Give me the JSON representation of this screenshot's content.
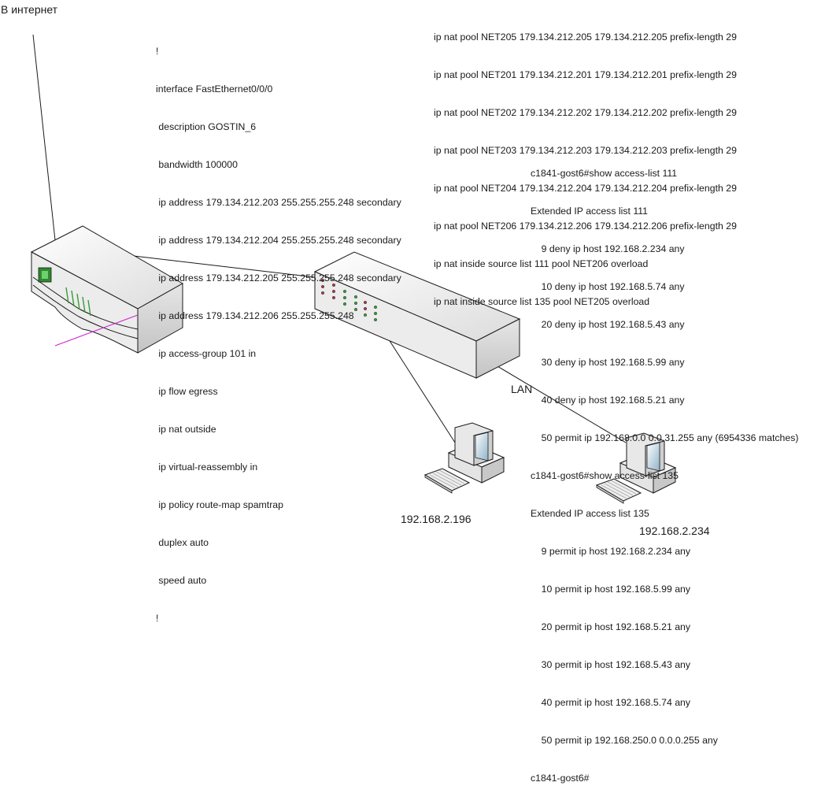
{
  "internet_label": "В интернет",
  "lan_label": "LAN",
  "router_config": [
    "!",
    "interface FastEthernet0/0/0",
    " description GOSTIN_6",
    " bandwidth 100000",
    " ip address 179.134.212.203 255.255.255.248 secondary",
    " ip address 179.134.212.204 255.255.255.248 secondary",
    " ip address 179.134.212.205 255.255.255.248 secondary",
    " ip address 179.134.212.206 255.255.255.248",
    " ip access-group 101 in",
    " ip flow egress",
    " ip nat outside",
    " ip virtual-reassembly in",
    " ip policy route-map spamtrap",
    " duplex auto",
    " speed auto",
    "!"
  ],
  "nat_config": [
    "ip nat pool NET205 179.134.212.205 179.134.212.205 prefix-length 29",
    "ip nat pool NET201 179.134.212.201 179.134.212.201 prefix-length 29",
    "ip nat pool NET202 179.134.212.202 179.134.212.202 prefix-length 29",
    "ip nat pool NET203 179.134.212.203 179.134.212.203 prefix-length 29",
    "ip nat pool NET204 179.134.212.204 179.134.212.204 prefix-length 29",
    "ip nat pool NET206 179.134.212.206 179.134.212.206 prefix-length 29",
    "ip nat inside source list 111 pool NET206 overload",
    "ip nat inside source list 135 pool NET205 overload"
  ],
  "access_lists": [
    "c1841-gost6#show access-list 111",
    "Extended IP access list 111",
    "    9 deny ip host 192.168.2.234 any",
    "    10 deny ip host 192.168.5.74 any",
    "    20 deny ip host 192.168.5.43 any",
    "    30 deny ip host 192.168.5.99 any",
    "    40 deny ip host 192.168.5.21 any",
    "    50 permit ip 192.168.0.0 0.0.31.255 any (6954336 matches)",
    "c1841-gost6#show access-list 135",
    "Extended IP access list 135",
    "    9 permit ip host 192.168.2.234 any",
    "    10 permit ip host 192.168.5.99 any",
    "    20 permit ip host 192.168.5.21 any",
    "    30 permit ip host 192.168.5.43 any",
    "    40 permit ip host 192.168.5.74 any",
    "    50 permit ip 192.168.250.0 0.0.0.255 any",
    "c1841-gost6#"
  ],
  "pc1_ip": "192.168.2.196",
  "pc2_ip": "192.168.2.234",
  "colors": {
    "line": "#1a1a1a",
    "device_light": "#f4f4f4",
    "device_mid": "#d9d9d9",
    "device_dark": "#bdbdbd",
    "led_green": "#3a9a3a",
    "led_red": "#a83a4a",
    "uplink_magenta": "#d01fd0"
  }
}
